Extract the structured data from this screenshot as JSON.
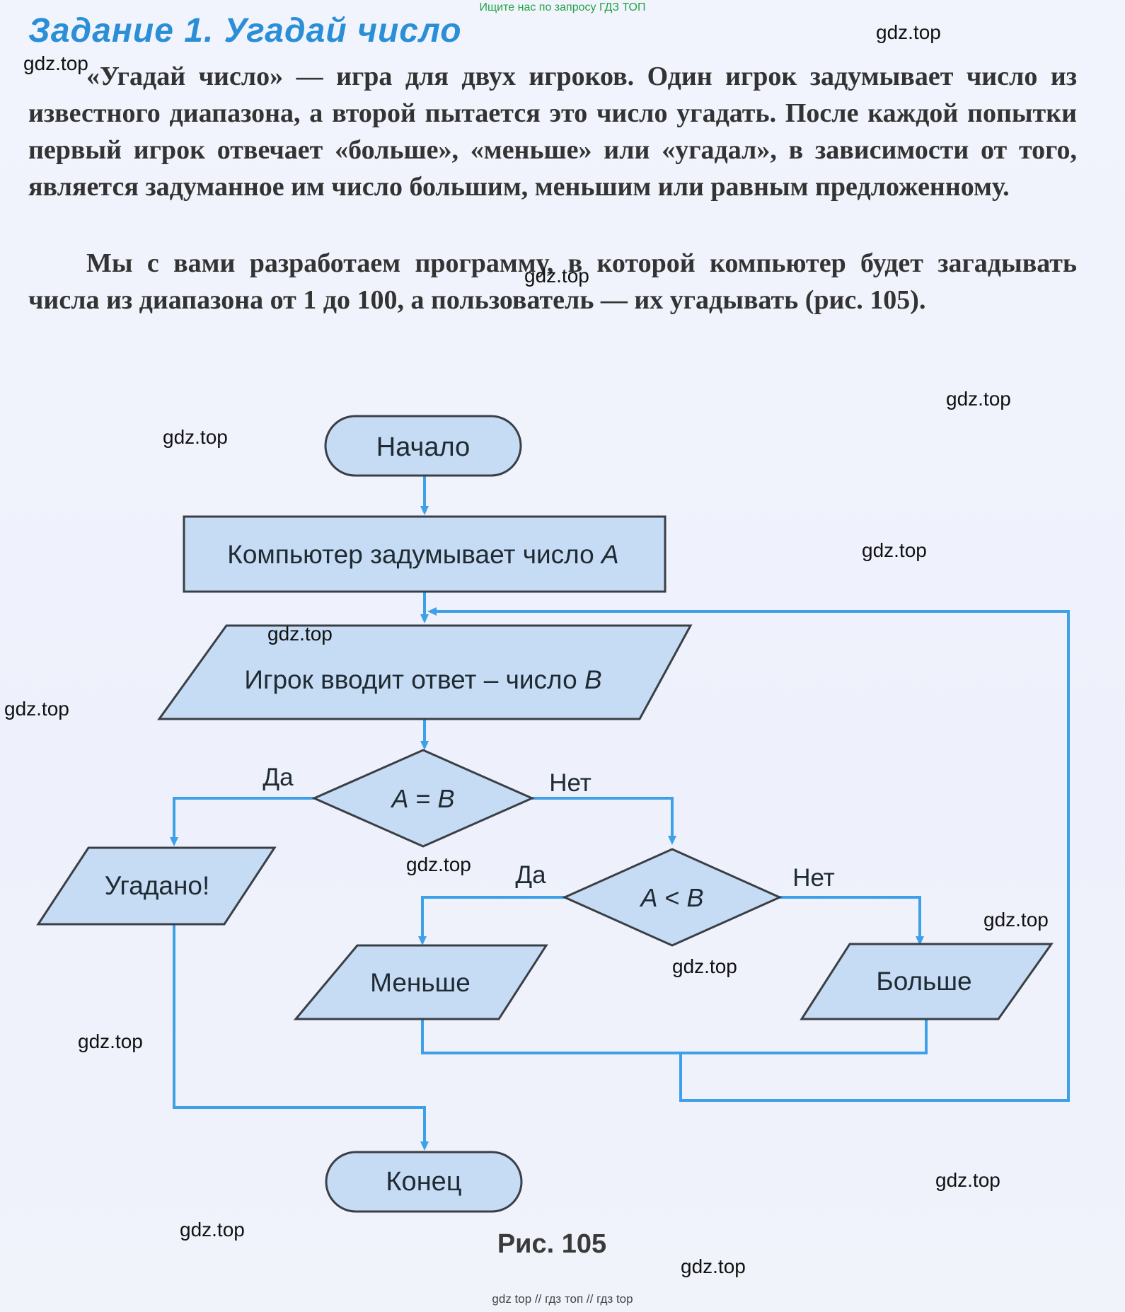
{
  "banner_top": "Ищите нас по запросу ГДЗ ТОП",
  "heading": "Задание 1. Угадай число",
  "paragraph1": "«Угадай число» — игра для двух игроков. Один игрок задумывает число из известного диапазона, а второй пытается это число угадать. После каждой попытки первый игрок отвечает «больше», «меньше» или «угадал», в зависимости от того, является задуманное им число большим, меньшим или равным предложенному.",
  "paragraph2": "Мы с вами разработаем программу, в которой компьютер будет загадывать числа из диапазона от 1 до 100, а пользователь — их угадывать (рис. 105).",
  "flowchart": {
    "start": "Начало",
    "step1_prefix": "Компьютер задумывает число ",
    "step1_var": "A",
    "input_prefix": "Игрок вводит ответ – число ",
    "input_var": "B",
    "cond1_left": "A",
    "cond1_op": " = ",
    "cond1_right": "B",
    "cond1_yes": "Да",
    "cond1_no": "Нет",
    "guessed": "Угадано!",
    "cond2_left": "A",
    "cond2_op": " < ",
    "cond2_right": "B",
    "cond2_yes": "Да",
    "cond2_no": "Нет",
    "less": "Меньше",
    "more": "Больше",
    "end": "Конец"
  },
  "figure_caption": "Рис.  105",
  "watermark": "gdz.top",
  "banner_bottom": "gdz top  //  гдз топ  //  гдз top",
  "colors": {
    "heading": "#2a8fd6",
    "arrow": "#3da0e8",
    "shape_fill": "#c6dcf4",
    "shape_stroke": "#3a3f46"
  }
}
